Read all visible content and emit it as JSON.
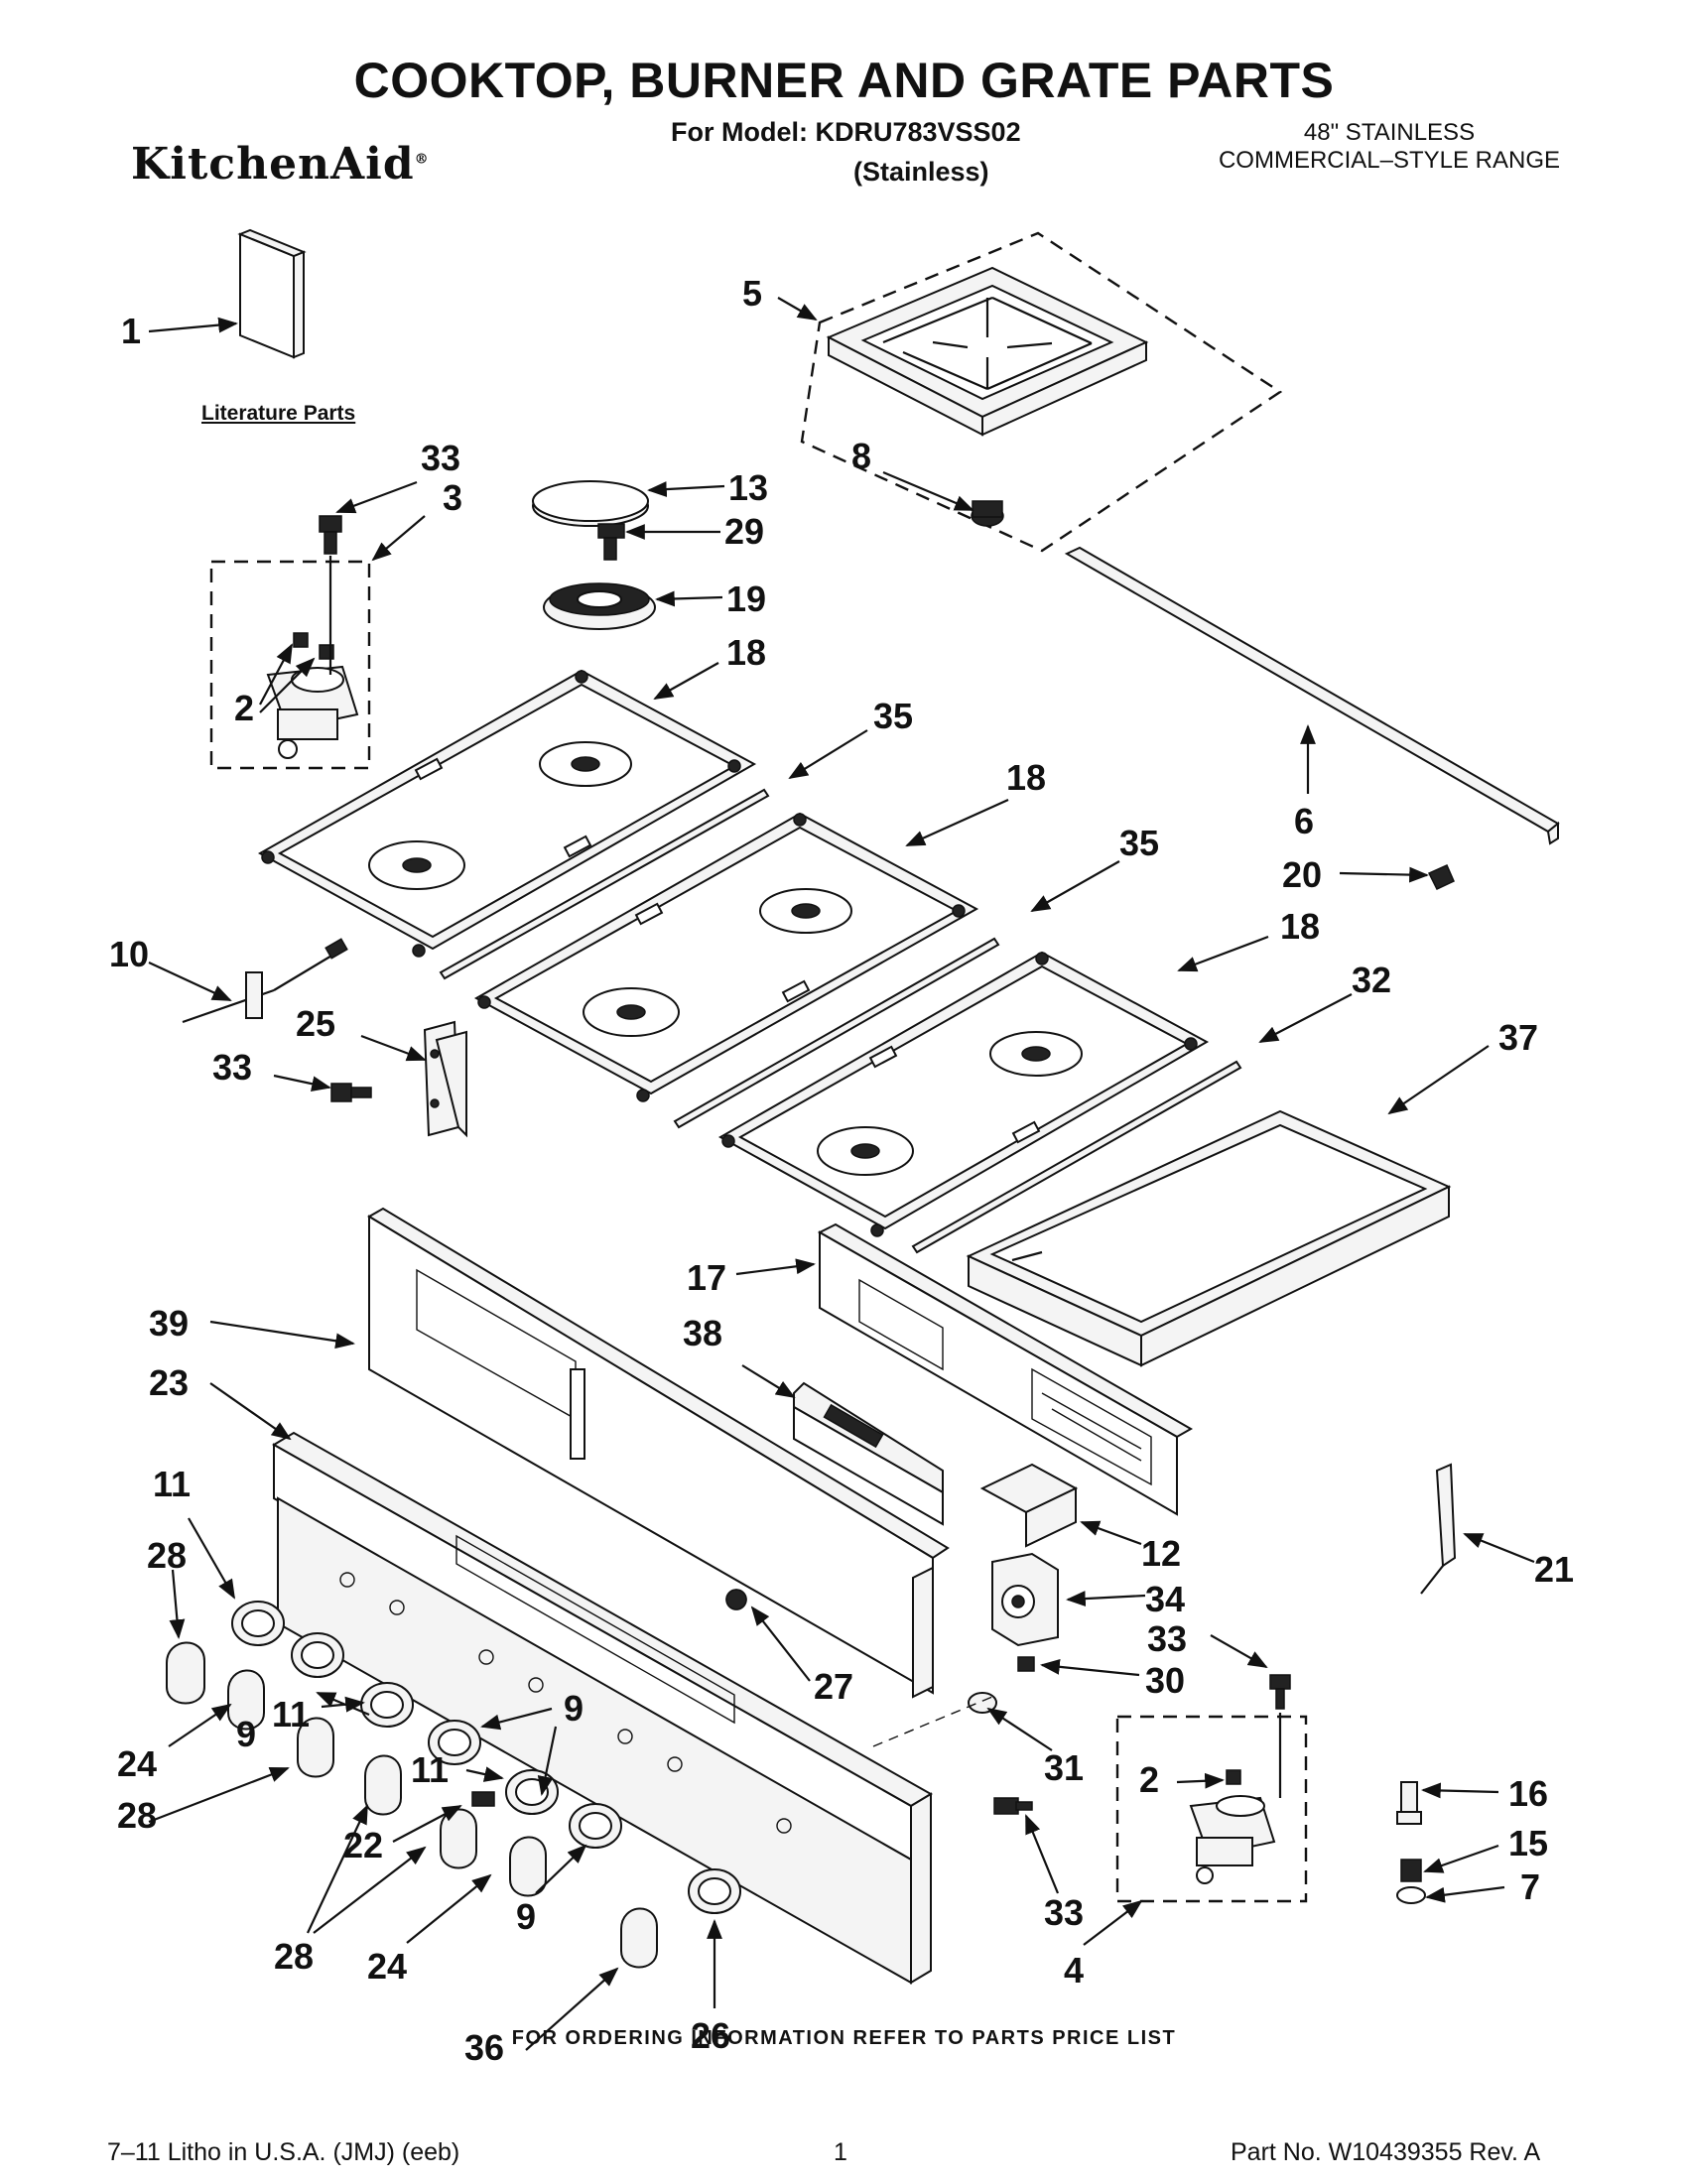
{
  "header": {
    "title": "COOKTOP, BURNER AND GRATE PARTS",
    "model_line": "For Model: KDRU783VSS02",
    "finish_line": "(Stainless)",
    "brand": "KitchenAid",
    "product_size": "48\" STAINLESS",
    "product_type": "COMMERCIAL–STYLE RANGE"
  },
  "diagram": {
    "literature_label": "Literature Parts",
    "callouts": [
      {
        "id": "c1",
        "text": "1"
      },
      {
        "id": "c5",
        "text": "5"
      },
      {
        "id": "c8",
        "text": "8"
      },
      {
        "id": "c33a",
        "text": "33"
      },
      {
        "id": "c3",
        "text": "3"
      },
      {
        "id": "c13",
        "text": "13"
      },
      {
        "id": "c29",
        "text": "29"
      },
      {
        "id": "c19",
        "text": "19"
      },
      {
        "id": "c18a",
        "text": "18"
      },
      {
        "id": "c2a",
        "text": "2"
      },
      {
        "id": "c35a",
        "text": "35"
      },
      {
        "id": "c18b",
        "text": "18"
      },
      {
        "id": "c35b",
        "text": "35"
      },
      {
        "id": "c6",
        "text": "6"
      },
      {
        "id": "c20",
        "text": "20"
      },
      {
        "id": "c18c",
        "text": "18"
      },
      {
        "id": "c10",
        "text": "10"
      },
      {
        "id": "c25",
        "text": "25"
      },
      {
        "id": "c32",
        "text": "32"
      },
      {
        "id": "c33b",
        "text": "33"
      },
      {
        "id": "c37",
        "text": "37"
      },
      {
        "id": "c17",
        "text": "17"
      },
      {
        "id": "c39",
        "text": "39"
      },
      {
        "id": "c38",
        "text": "38"
      },
      {
        "id": "c23",
        "text": "23"
      },
      {
        "id": "c11a",
        "text": "11"
      },
      {
        "id": "c28a",
        "text": "28"
      },
      {
        "id": "c12",
        "text": "12"
      },
      {
        "id": "c21",
        "text": "21"
      },
      {
        "id": "c34",
        "text": "34"
      },
      {
        "id": "c33c",
        "text": "33"
      },
      {
        "id": "c30",
        "text": "30"
      },
      {
        "id": "c27",
        "text": "27"
      },
      {
        "id": "c9a",
        "text": "9"
      },
      {
        "id": "c11b",
        "text": "11"
      },
      {
        "id": "c9b",
        "text": "9"
      },
      {
        "id": "c24a",
        "text": "24"
      },
      {
        "id": "c31",
        "text": "31"
      },
      {
        "id": "c28b",
        "text": "28"
      },
      {
        "id": "c11c",
        "text": "11"
      },
      {
        "id": "c2b",
        "text": "2"
      },
      {
        "id": "c16",
        "text": "16"
      },
      {
        "id": "c22",
        "text": "22"
      },
      {
        "id": "c15",
        "text": "15"
      },
      {
        "id": "c7",
        "text": "7"
      },
      {
        "id": "c33d",
        "text": "33"
      },
      {
        "id": "c28c",
        "text": "28"
      },
      {
        "id": "c24b",
        "text": "24"
      },
      {
        "id": "c9c",
        "text": "9"
      },
      {
        "id": "c4",
        "text": "4"
      },
      {
        "id": "c36",
        "text": "36"
      },
      {
        "id": "c26",
        "text": "26"
      }
    ]
  },
  "footer": {
    "order_info": "FOR ORDERING INFORMATION REFER TO PARTS PRICE LIST",
    "litho": "7–11 Litho in U.S.A. (JMJ) (eeb)",
    "page_number": "1",
    "part_number": "Part No. W10439355 Rev. A"
  }
}
